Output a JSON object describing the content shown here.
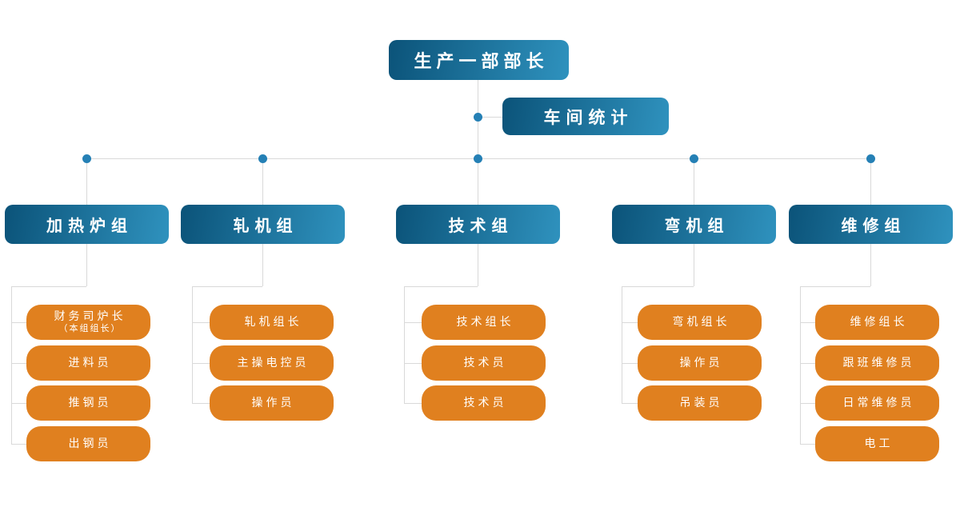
{
  "chart": {
    "type": "org-chart",
    "root": {
      "label": "生产一部部长"
    },
    "aide": {
      "label": "车间统计"
    },
    "groups": [
      {
        "label": "加热炉组",
        "members": [
          {
            "label": "财务司炉长",
            "sublabel": "（本组组长）"
          },
          {
            "label": "进料员"
          },
          {
            "label": "推钢员"
          },
          {
            "label": "出钢员"
          }
        ]
      },
      {
        "label": "轧机组",
        "members": [
          {
            "label": "轧机组长"
          },
          {
            "label": "主操电控员"
          },
          {
            "label": "操作员"
          }
        ]
      },
      {
        "label": "技术组",
        "members": [
          {
            "label": "技术组长"
          },
          {
            "label": "技术员"
          },
          {
            "label": "技术员"
          }
        ]
      },
      {
        "label": "弯机组",
        "members": [
          {
            "label": "弯机组长"
          },
          {
            "label": "操作员"
          },
          {
            "label": "吊装员"
          }
        ]
      },
      {
        "label": "维修组",
        "members": [
          {
            "label": "维修组长"
          },
          {
            "label": "跟班维修员"
          },
          {
            "label": "日常维修员"
          },
          {
            "label": "电工"
          }
        ]
      }
    ],
    "colors": {
      "node_gradient_start": "#0b5379",
      "node_gradient_end": "#2f92be",
      "member_fill": "#e0801f",
      "connector": "#d9d9d9",
      "junction_dot": "#2580b5",
      "text": "#ffffff"
    }
  }
}
